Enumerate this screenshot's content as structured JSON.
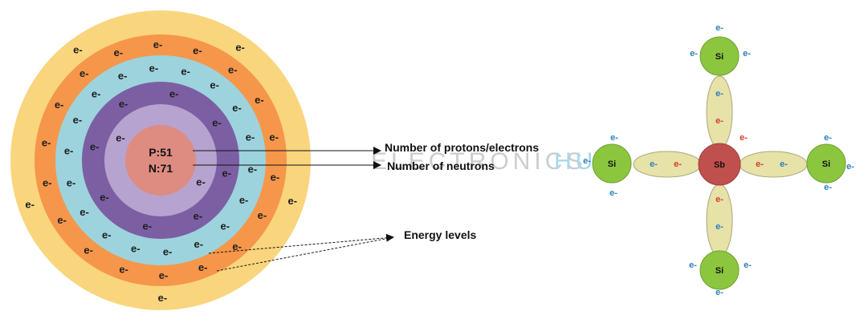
{
  "atom_model": {
    "nucleus": {
      "protons": "P:51",
      "neutrons": "N:71"
    },
    "electron_symbol": "e-",
    "shells": [
      {
        "electrons": 2,
        "color": "#b7a3cf"
      },
      {
        "electrons": 8,
        "color": "#7c5fa3"
      },
      {
        "electrons": 18,
        "color": "#9dd3dd"
      },
      {
        "electrons": 18,
        "color": "#f6964a"
      },
      {
        "electrons": 5,
        "color": "#f9d57e"
      }
    ],
    "nucleus_color": "#de8b82"
  },
  "labels": {
    "protons": "Number of protons/electrons",
    "neutrons": "Number of neutrons",
    "energy": "Energy levels"
  },
  "watermark": {
    "left": "ELECTRONICS",
    "right": "HUB"
  },
  "lattice": {
    "center": "Sb",
    "neighbors": [
      "Si",
      "Si",
      "Si",
      "Si"
    ],
    "electron_symbol": "e-",
    "colors": {
      "si": "#8cc63f",
      "sb": "#c0504d",
      "bond": "#e6e2a8",
      "blue_electron": "#2a7fc0",
      "red_electron": "#d63c2a"
    }
  }
}
